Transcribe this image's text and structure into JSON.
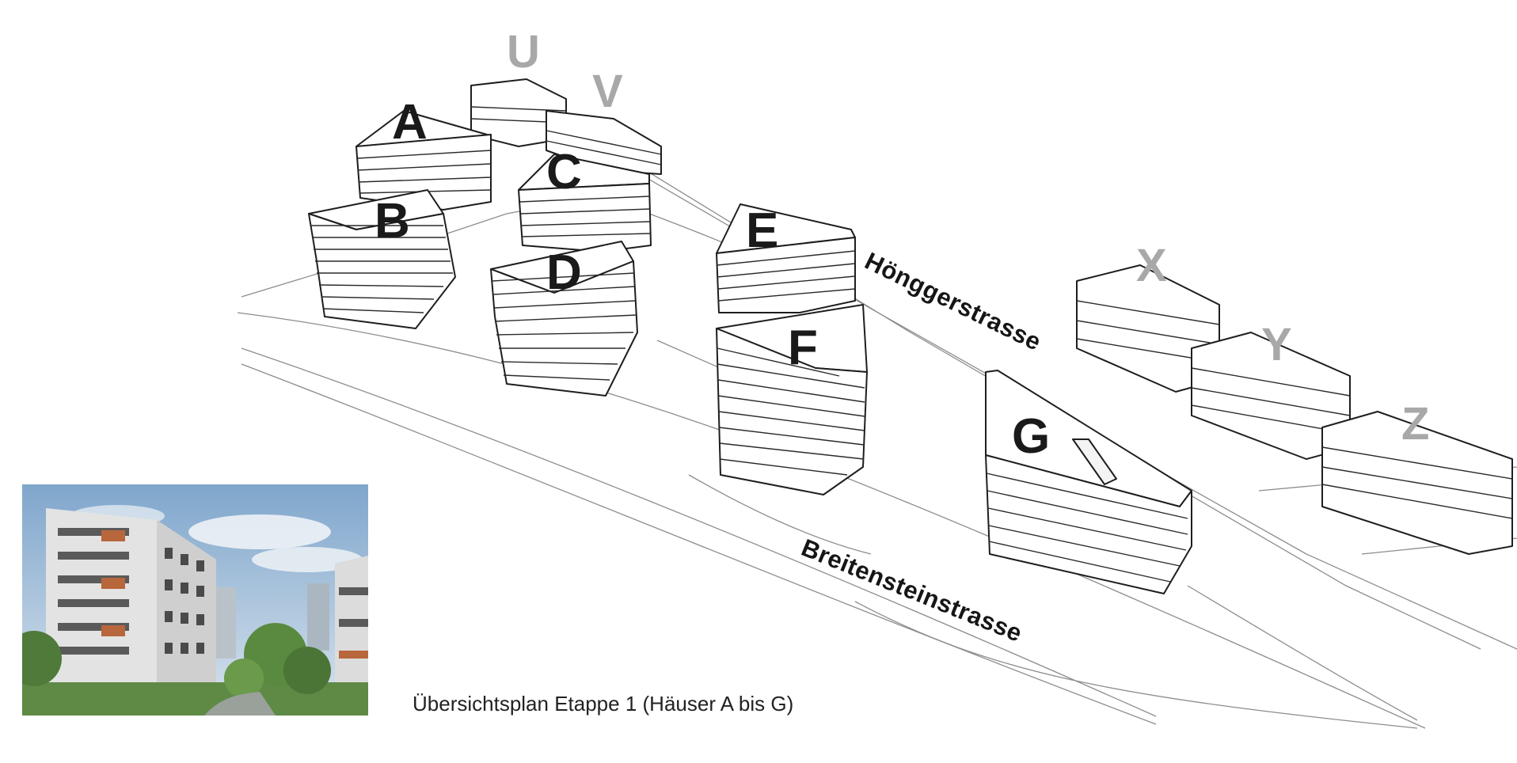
{
  "buildings": {
    "stage1": [
      "A",
      "B",
      "C",
      "D",
      "E",
      "F",
      "G"
    ],
    "neighbours": [
      "U",
      "V",
      "X",
      "Y",
      "Z"
    ]
  },
  "streets": {
    "upper": "Hönggerstrasse",
    "lower": "Breitensteinstrasse"
  },
  "caption": "Übersichtsplan Etappe 1 (Häuser A bis G)",
  "colors": {
    "label_main": "#1a1a1a",
    "label_neighbour": "#a8a8a8",
    "line": "#8d8d8d",
    "sky": "#9bbcd8",
    "facade": "#e6e6e6",
    "trees": "#4f7a3a"
  }
}
